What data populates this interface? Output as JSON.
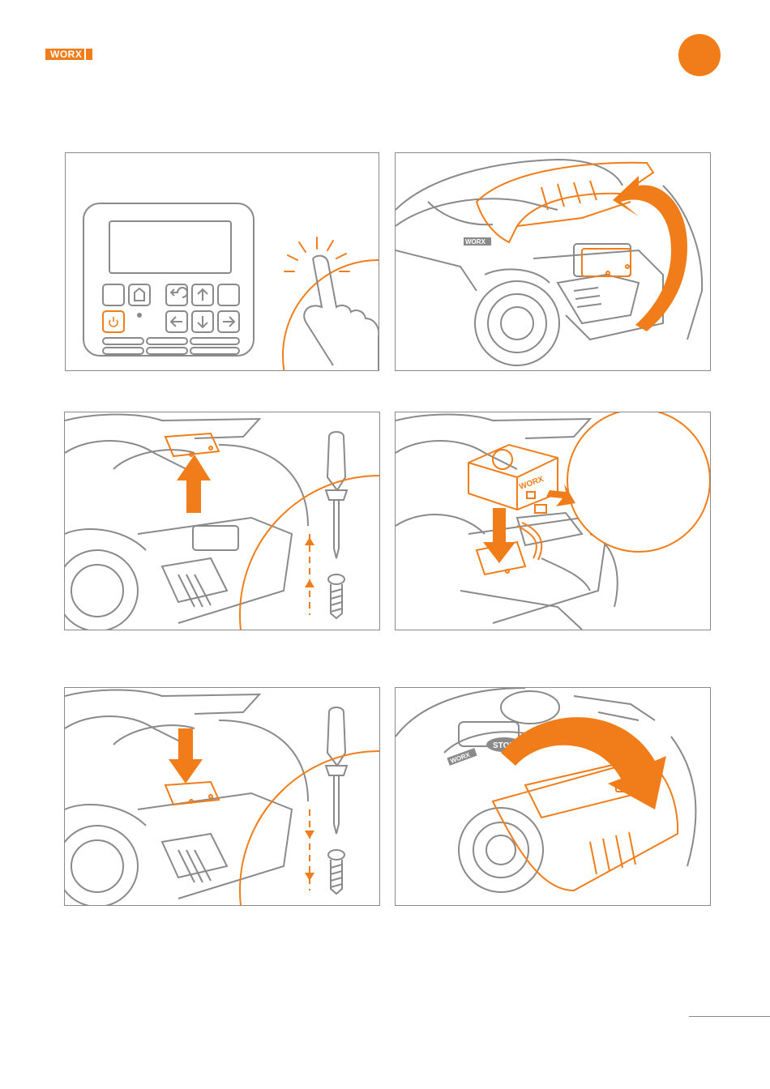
{
  "header": {
    "brand": "WORX"
  },
  "illustrations": {
    "mower_brand": "WORX",
    "module_brand": "WORX",
    "stop_label": "STOP"
  },
  "colors": {
    "accent": "#f07d1a",
    "line": "#8a8a8a"
  }
}
